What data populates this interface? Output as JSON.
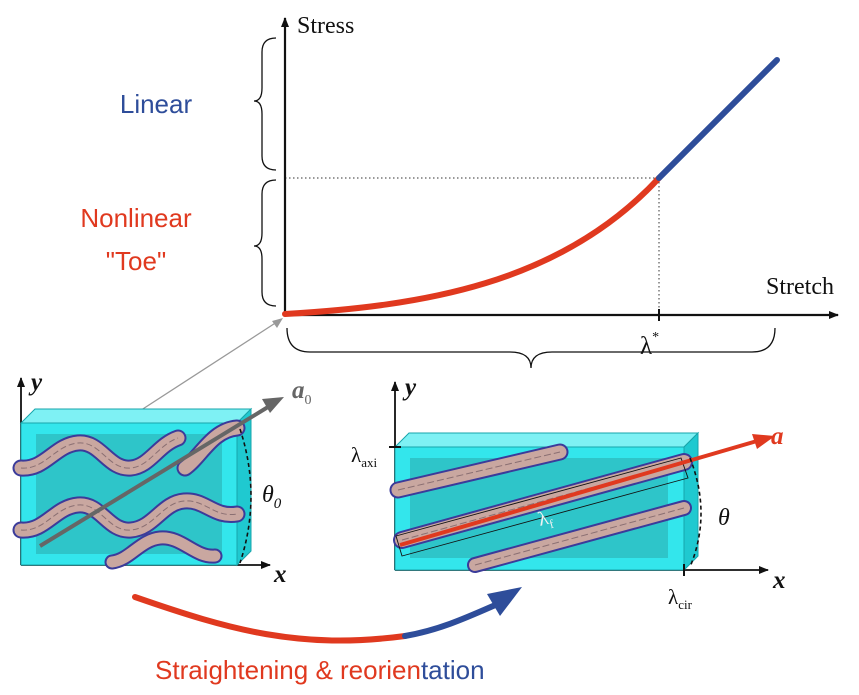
{
  "graph": {
    "y_axis_label": "Stress",
    "x_axis_label": "Stretch",
    "lambda_star_base": "λ",
    "lambda_star_sup": "*",
    "linear_label": "Linear",
    "toe_label_line1": "Nonlinear",
    "toe_label_line2": "\"Toe\""
  },
  "left_panel": {
    "y_label": "y",
    "x_label": "x",
    "vector_base": "a",
    "vector_sub": "0",
    "angle_base": "θ",
    "angle_sub": "0"
  },
  "right_panel": {
    "y_label": "y",
    "x_label": "x",
    "vector_label": "a",
    "angle_label": "θ",
    "lambda_axi_base": "λ",
    "lambda_axi_sub": "axi",
    "lambda_cir_base": "λ",
    "lambda_cir_sub": "cir",
    "lambda_f_base": "λ",
    "lambda_f_sub": "f"
  },
  "caption": {
    "part_red": "Straightening & reorien",
    "part_blue": "tation"
  },
  "colors": {
    "red": "#e0391f",
    "blue": "#2e4d9a",
    "cyan": "#33e6ec",
    "cyan_dark": "#18b9c0",
    "box_inner": "#2aa9ad",
    "fiber": "#c9a7a0",
    "fiber_edge": "#3b3b9a"
  }
}
